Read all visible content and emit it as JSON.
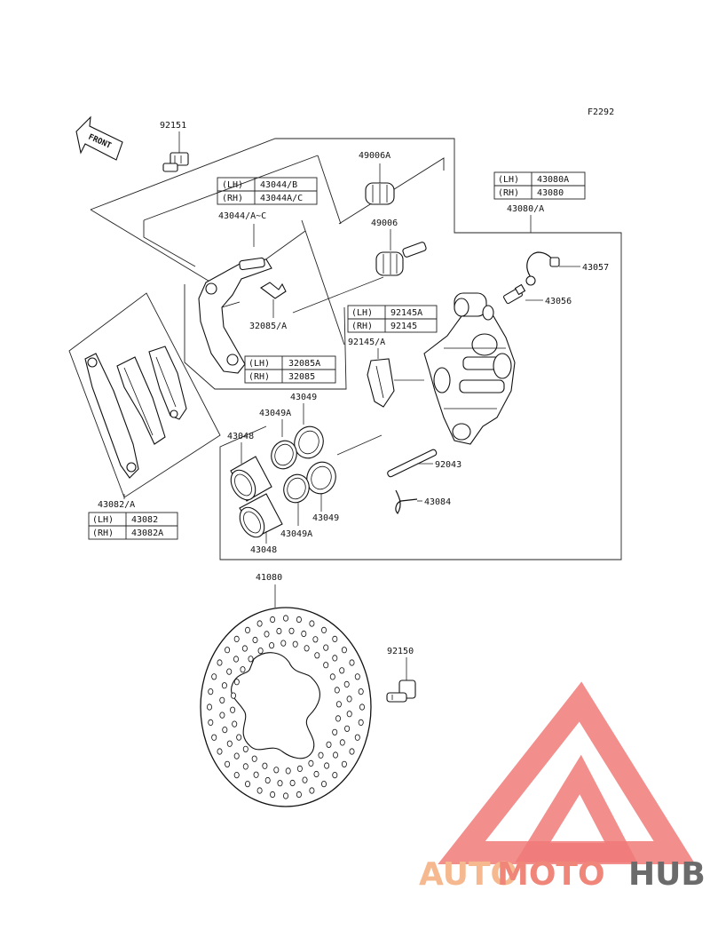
{
  "figure_code": "F2292",
  "front_label": "FRONT",
  "labels": {
    "p92151": "92151",
    "p49006A": "49006A",
    "p49006": "49006",
    "p43044": "43044/A~C",
    "p32085A": "32085/A",
    "p92145A": "92145/A",
    "p43080A": "43080/A",
    "p43057": "43057",
    "p43056": "43056",
    "p43049_top": "43049",
    "p43049A_top": "43049A",
    "p43048_top": "43048",
    "p92043": "92043",
    "p43084": "43084",
    "p43049_bot": "43049",
    "p43049A_bot": "43049A",
    "p43048_bot": "43048",
    "p43082A": "43082/A",
    "p41080": "41080",
    "p92150": "92150"
  },
  "tables": {
    "t43044": {
      "lh_tag": "(LH)",
      "lh_part": "43044/B",
      "rh_tag": "(RH)",
      "rh_part": "43044A/C"
    },
    "t43080": {
      "lh_tag": "(LH)",
      "lh_part": "43080A",
      "rh_tag": "(RH)",
      "rh_part": "43080"
    },
    "t92145": {
      "lh_tag": "(LH)",
      "lh_part": "92145A",
      "rh_tag": "(RH)",
      "rh_part": "92145"
    },
    "t32085": {
      "lh_tag": "(LH)",
      "lh_part": "32085A",
      "rh_tag": "(RH)",
      "rh_part": "32085"
    },
    "t43082": {
      "lh_tag": "(LH)",
      "lh_part": "43082",
      "rh_tag": "(RH)",
      "rh_part": "43082A"
    }
  },
  "watermark": {
    "part1": "AUTO",
    "part2": "MOTO",
    "part3": "HUB",
    "color_light": "#f6b98f",
    "color_mid": "#f0857a",
    "color_dark": "#6b6b6b",
    "logo_color": "#f07a78"
  }
}
